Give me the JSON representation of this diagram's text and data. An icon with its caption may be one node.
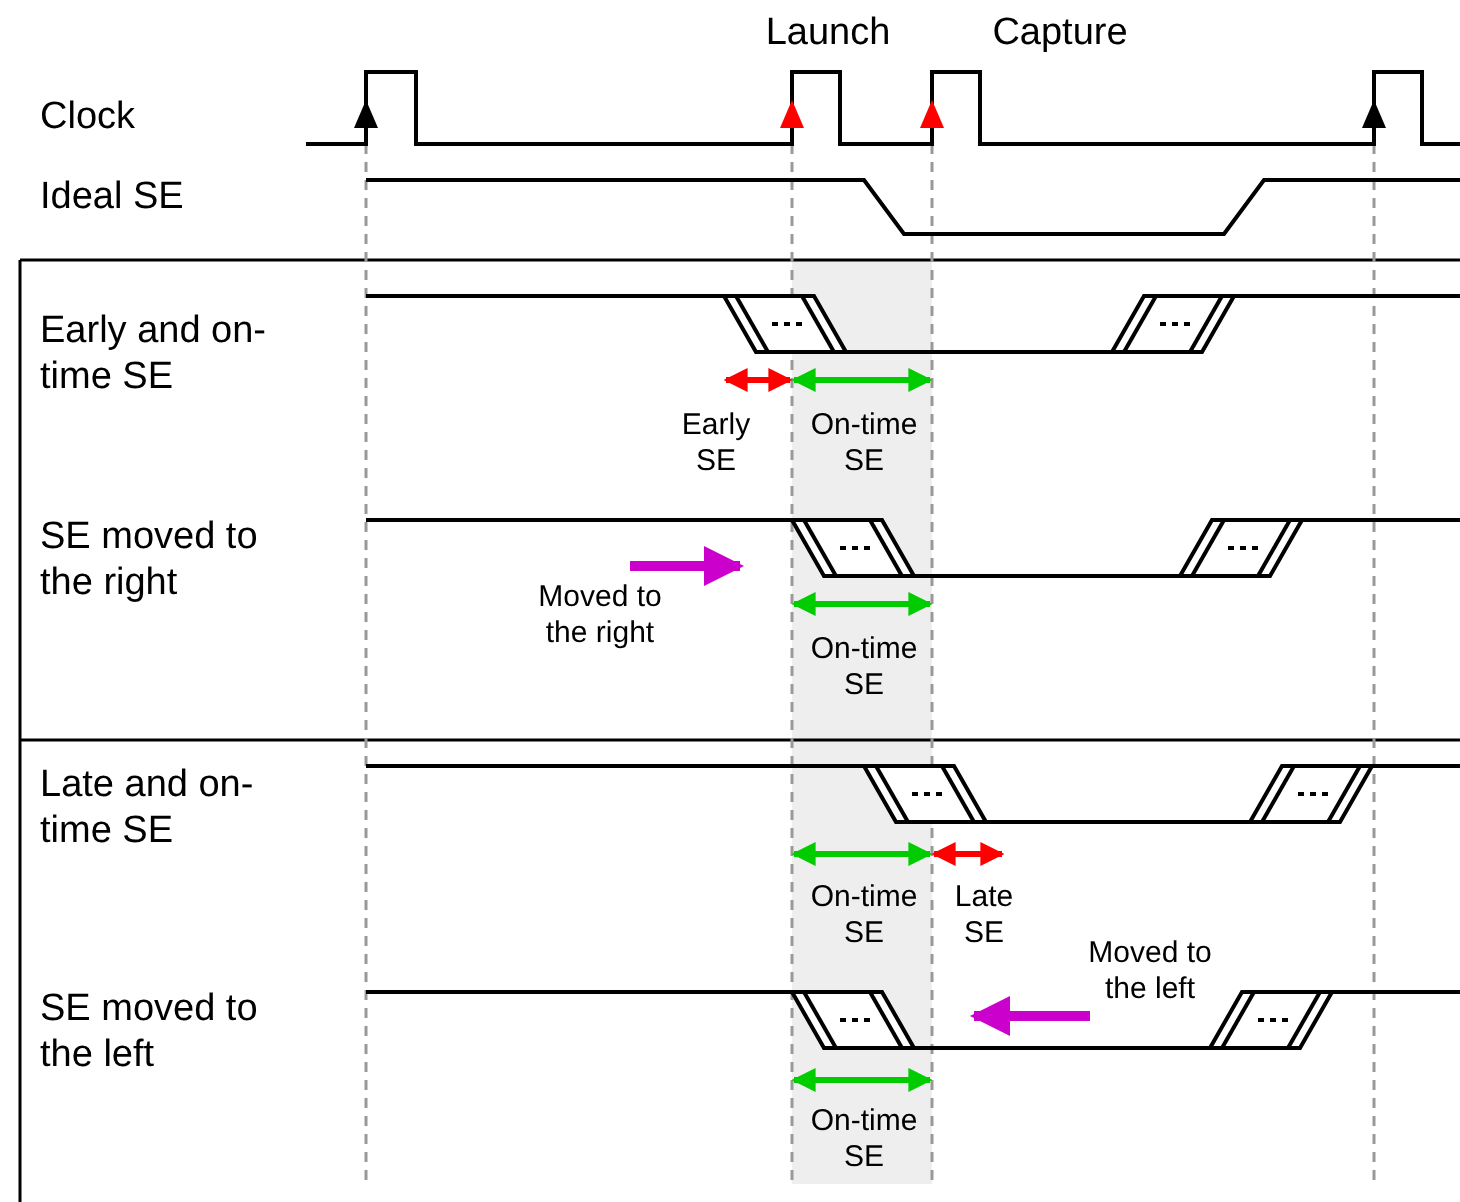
{
  "diagram": {
    "labels": [
      "Launch",
      "Capture",
      "Clock",
      "Ideal SE",
      "Early and on-time SE",
      "Early SE",
      "On-time SE",
      "SE moved to the right",
      "Moved to the right",
      "On-time SE",
      "Late and on-time SE",
      "On-time SE",
      "Late SE",
      "SE moved to the left",
      "Moved to the left",
      "On-time SE"
    ]
  }
}
